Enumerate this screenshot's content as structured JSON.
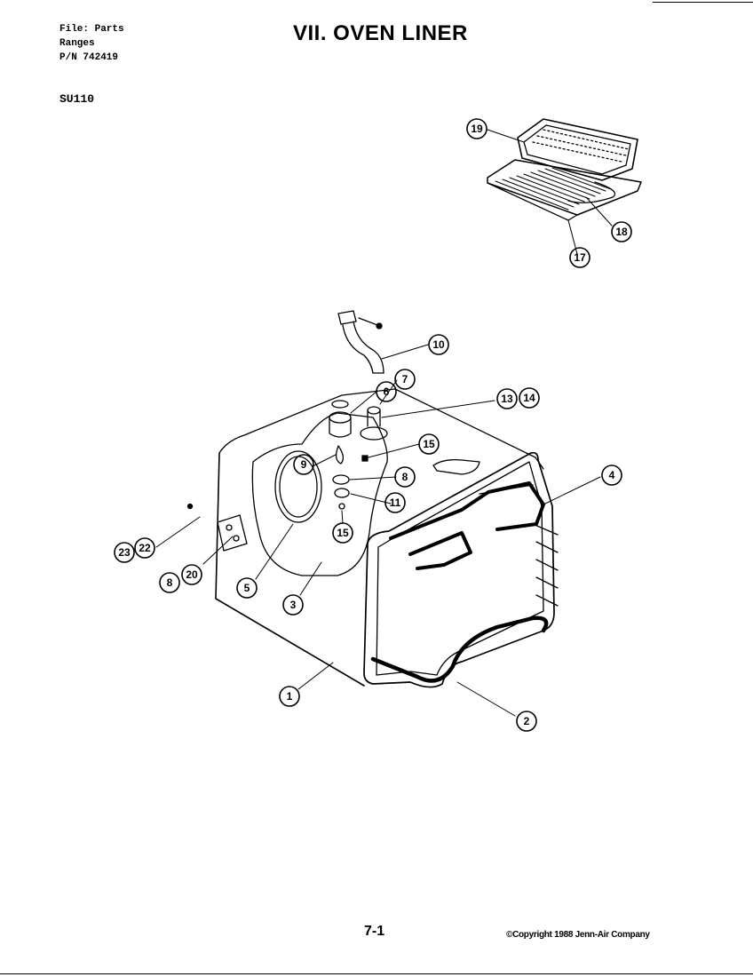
{
  "header": {
    "file_line": "File: Parts",
    "category_line": "Ranges",
    "pn_line": "P/N 742419",
    "model": "SU110"
  },
  "title": "VII. OVEN LINER",
  "footer": {
    "page_number": "7-1",
    "copyright": "©Copyright 1988 Jenn-Air Company"
  },
  "callouts": [
    {
      "id": "19",
      "label": "19"
    },
    {
      "id": "18",
      "label": "18"
    },
    {
      "id": "17",
      "label": "17"
    },
    {
      "id": "10",
      "label": "10"
    },
    {
      "id": "7",
      "label": "7"
    },
    {
      "id": "6a",
      "label": "6"
    },
    {
      "id": "13",
      "label": "13"
    },
    {
      "id": "14",
      "label": "14"
    },
    {
      "id": "15a",
      "label": "15"
    },
    {
      "id": "9",
      "label": "9"
    },
    {
      "id": "8a",
      "label": "8"
    },
    {
      "id": "4",
      "label": "4"
    },
    {
      "id": "11",
      "label": "11"
    },
    {
      "id": "15b",
      "label": "15"
    },
    {
      "id": "23",
      "label": "23"
    },
    {
      "id": "22",
      "label": "22"
    },
    {
      "id": "20",
      "label": "20"
    },
    {
      "id": "8b",
      "label": "8"
    },
    {
      "id": "5",
      "label": "5"
    },
    {
      "id": "3",
      "label": "3"
    },
    {
      "id": "1",
      "label": "1"
    },
    {
      "id": "2",
      "label": "2"
    }
  ]
}
